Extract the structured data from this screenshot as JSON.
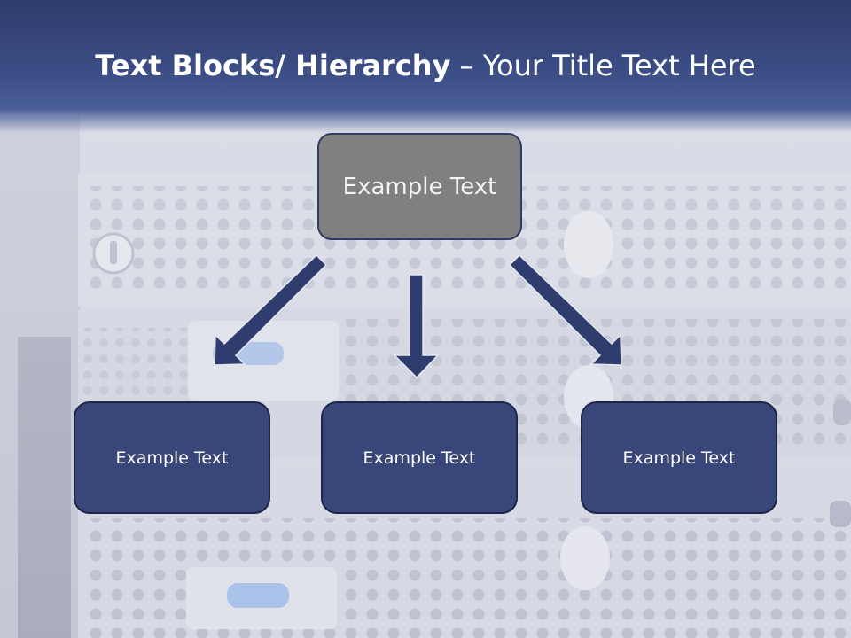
{
  "title": {
    "bold_part": "Text Blocks/ Hierarchy",
    "separator": " – ",
    "regular_part": "Your Title Text Here"
  },
  "hierarchy": {
    "top": {
      "label": "Example Text"
    },
    "children": [
      {
        "label": "Example Text"
      },
      {
        "label": "Example Text"
      },
      {
        "label": "Example Text"
      }
    ]
  },
  "colors": {
    "title_band": "#3c4e86",
    "top_box": "#808080",
    "child_box": "#38467a",
    "arrow": "#2f3d6e",
    "box_border": "#1c2547"
  }
}
